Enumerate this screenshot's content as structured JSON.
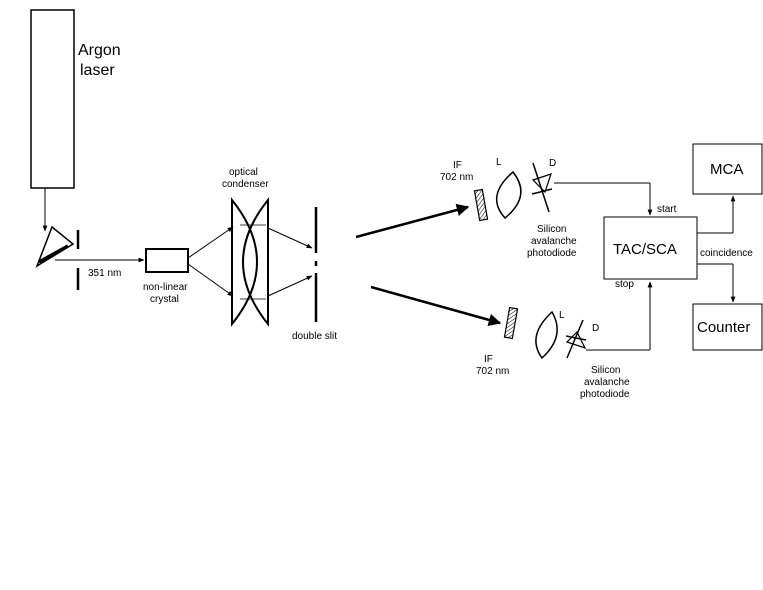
{
  "laser": {
    "line1": "Argon",
    "line2": "laser"
  },
  "wavelength_351": "351 nm",
  "crystal": {
    "line1": "non-linear",
    "line2": "crystal"
  },
  "condenser": {
    "line1": "optical",
    "line2": "condenser"
  },
  "slit_label": "double slit",
  "upper_detector": {
    "filter_line1": "IF",
    "filter_line2": "702 nm",
    "lens_label": "L",
    "diode_label": "D",
    "desc_line1": "Silicon",
    "desc_line2": "avalanche",
    "desc_line3": "photodiode"
  },
  "lower_detector": {
    "filter_line1": "IF",
    "filter_line2": "702 nm",
    "lens_label": "L",
    "diode_label": "D",
    "desc_line1": "Silicon",
    "desc_line2": "avalanche",
    "desc_line3": "photodiode"
  },
  "tac": {
    "label": "TAC/SCA",
    "start": "start",
    "stop": "stop",
    "coincidence": "coincidence"
  },
  "mca": {
    "label": "MCA"
  },
  "counter": {
    "label": "Counter"
  }
}
